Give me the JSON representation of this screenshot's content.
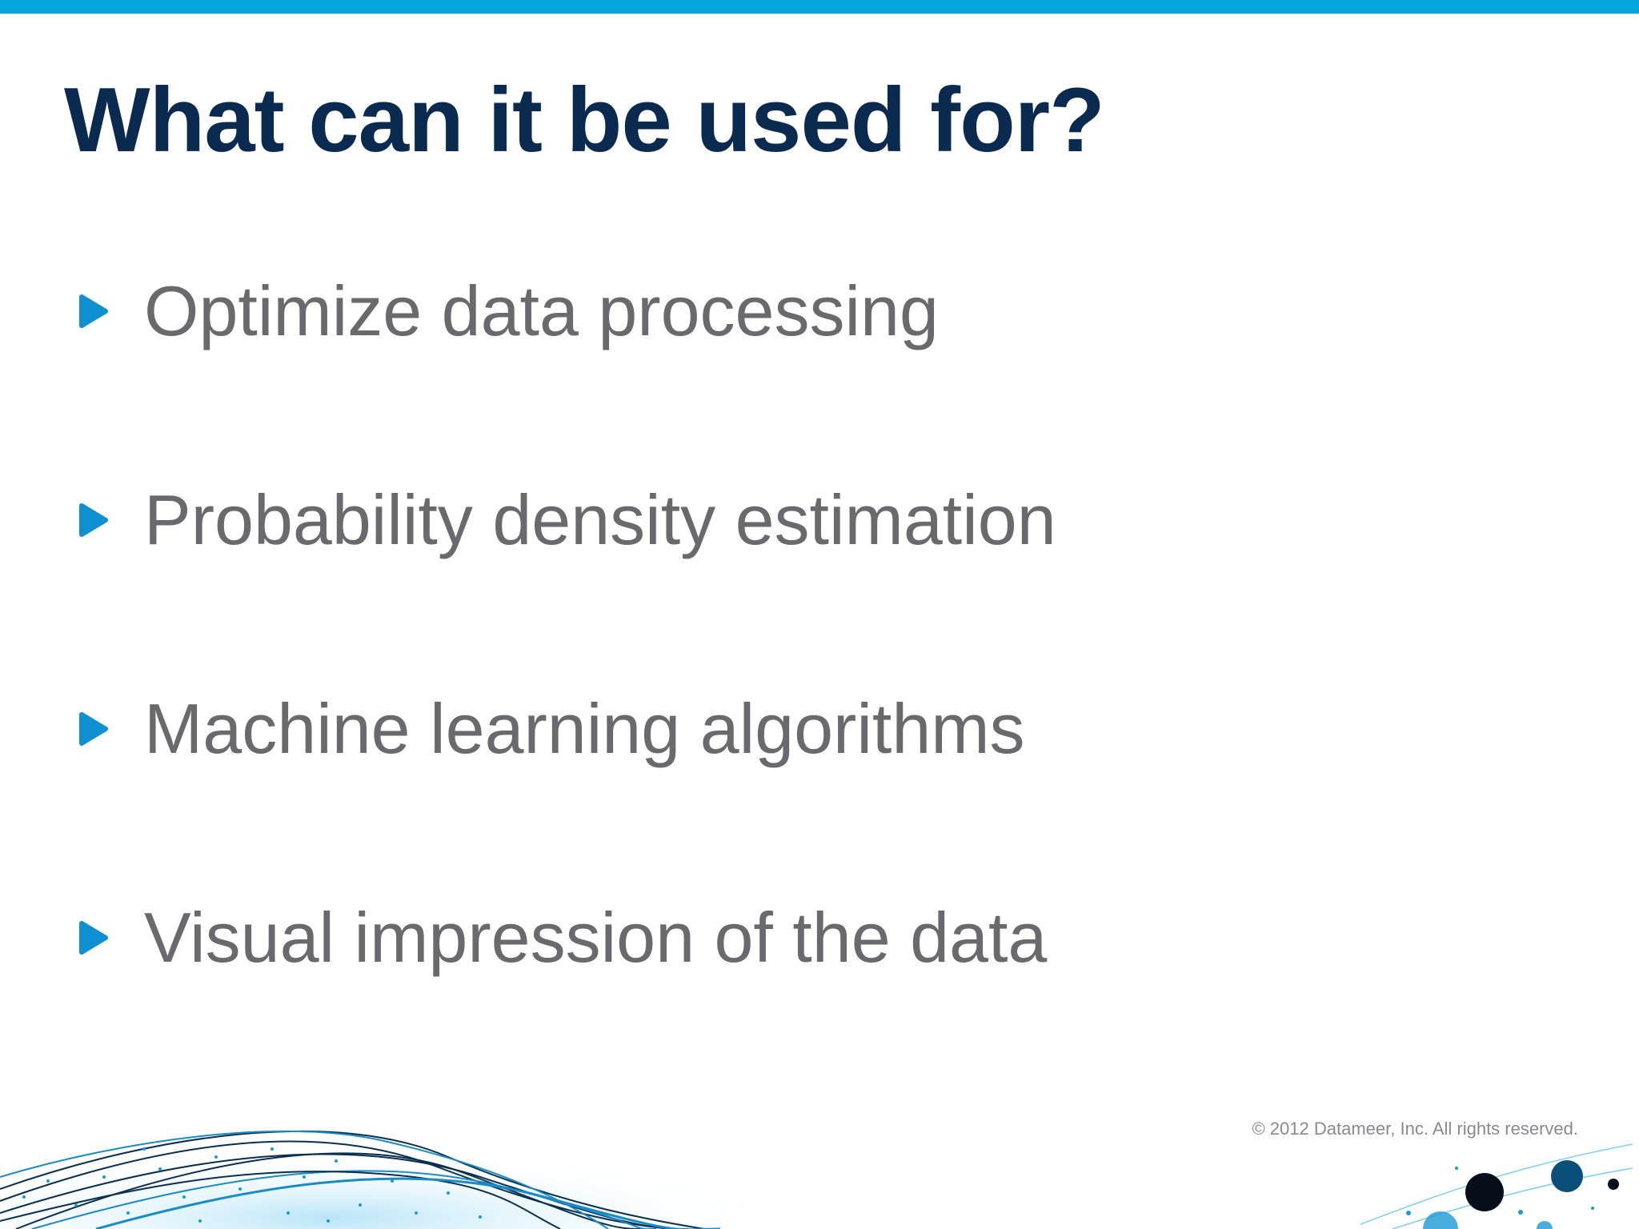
{
  "slide": {
    "title": "What can it be used for?",
    "bullets": [
      "Optimize data processing",
      "Probability density estimation",
      "Machine learning algorithms",
      "Visual impression of the data"
    ],
    "copyright": "© 2012 Datameer, Inc. All rights reserved."
  },
  "colors": {
    "accent": "#05a6d9",
    "title": "#0b2a50",
    "body_text": "#6a6a6e",
    "bullet": "#0e90d2"
  },
  "icons": {
    "bullet": "play-triangle-icon"
  }
}
